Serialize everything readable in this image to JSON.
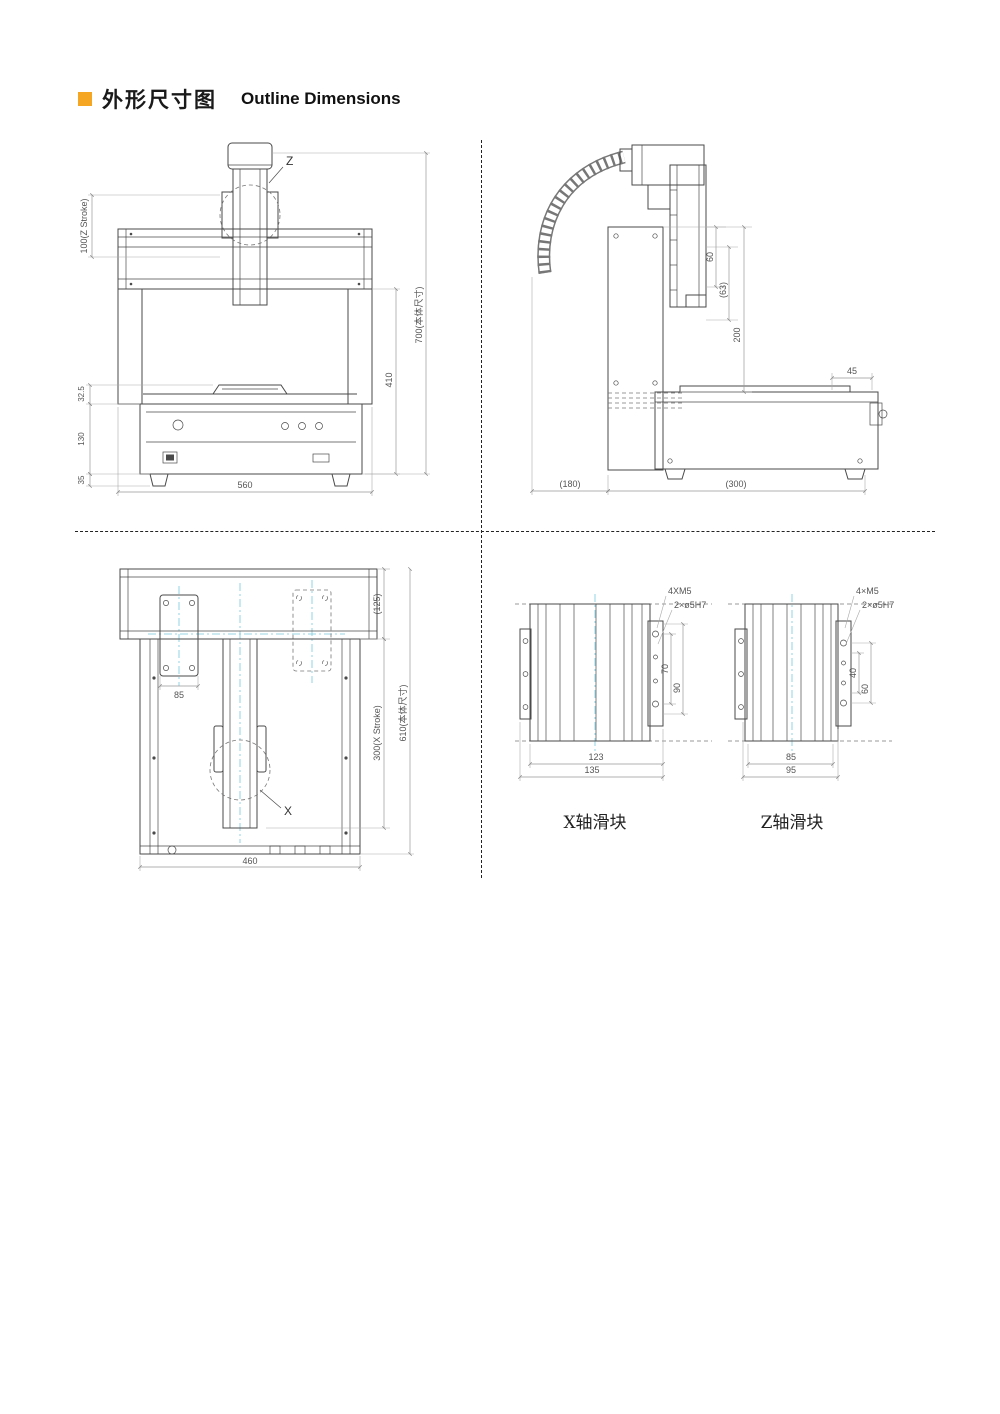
{
  "header": {
    "title_zh": "外形尺寸图",
    "title_en": "Outline Dimensions"
  },
  "front_view": {
    "z_label": "Z",
    "dim_z_stroke": "100(Z Stroke)",
    "dim_410": "410",
    "dim_700": "700(本体尺寸)",
    "dim_32_5": "32.5",
    "dim_130": "130",
    "dim_35": "35",
    "dim_560": "560"
  },
  "side_view": {
    "dim_60": "60",
    "dim_63": "(63)",
    "dim_200": "200",
    "dim_45": "45",
    "dim_180": "(180)",
    "dim_300": "(300)"
  },
  "top_view": {
    "x_label": "X",
    "dim_125": "(125)",
    "dim_85": "85",
    "dim_x_stroke": "300(X Stroke)",
    "dim_610": "610(本体尺寸)",
    "dim_460": "460"
  },
  "x_slider": {
    "caption": "X轴滑块",
    "dim_m5": "4XM5",
    "dim_5h7": "2×ø5H7",
    "dim_70": "70",
    "dim_90": "90",
    "dim_123": "123",
    "dim_135": "135"
  },
  "z_slider": {
    "caption": "Z轴滑块",
    "dim_m5": "4×M5",
    "dim_5h7": "2×ø5H7",
    "dim_40": "40",
    "dim_60": "60",
    "dim_85": "85",
    "dim_95": "95"
  }
}
